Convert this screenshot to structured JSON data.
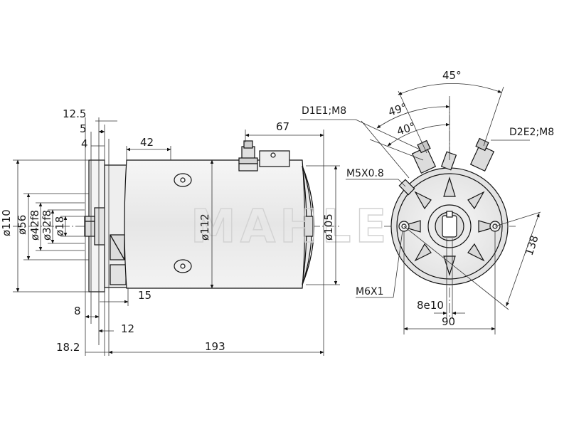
{
  "watermark": "MAHLE",
  "side_view": {
    "dims_top": [
      "12.5",
      "5",
      "4",
      "42",
      "67"
    ],
    "dims_left": [
      "ø110",
      "ø56",
      "ø42f8",
      "ø32f8",
      "ø18"
    ],
    "dims_body": [
      "ø112",
      "ø105"
    ],
    "dims_bottom": [
      "15",
      "8",
      "12",
      "18.2",
      "193"
    ]
  },
  "end_view": {
    "angles": [
      "45°",
      "49°",
      "40°"
    ],
    "terminal_labels": [
      "D1E1;M8",
      "D2E2;M8",
      "M5X0.8",
      "M6X1"
    ],
    "dims": [
      "138",
      "8e10",
      "90"
    ]
  },
  "colors": {
    "line": "#111111",
    "housing": "#ececec",
    "watermark": "#d2d2d2"
  }
}
